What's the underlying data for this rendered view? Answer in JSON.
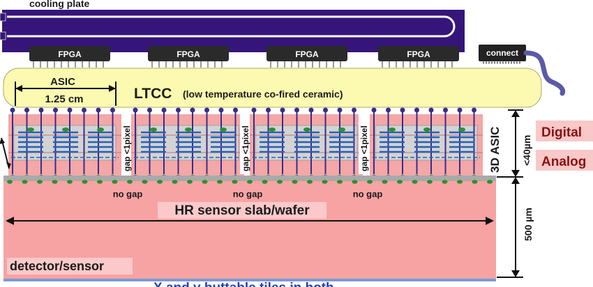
{
  "labels": {
    "cooling_plate": "cooling plate",
    "fpga": "FPGA",
    "connect": "connect",
    "asic": "ASIC",
    "asic_size": "1.25 cm",
    "ltcc": "LTCC",
    "ltcc_full": "(low temperature co-fired ceramic)",
    "gap": "gap <1pixel",
    "asic_3d": "3D ASIC",
    "thickness_asic": "<40µm",
    "digital": "Digital",
    "analog": "Analog",
    "no_gap": "no gap",
    "sensor_slab": "HR sensor slab/wafer",
    "thickness_sensor": "500 µm",
    "detector": "detector/sensor",
    "footer": "X and y buttable tiles in both"
  },
  "colors": {
    "cooling_plate": "#35157a",
    "ltcc": "#fbfab0",
    "asic_pink": "#f4a7a7",
    "asic_grey": "#d3d3d3",
    "sensor": "#f7a3a3",
    "bump": "#2e8f2e",
    "via": "#3a2c8a",
    "wire": "#2463b8"
  },
  "counts": {
    "fpga": 4,
    "asic_tiles": 4
  }
}
